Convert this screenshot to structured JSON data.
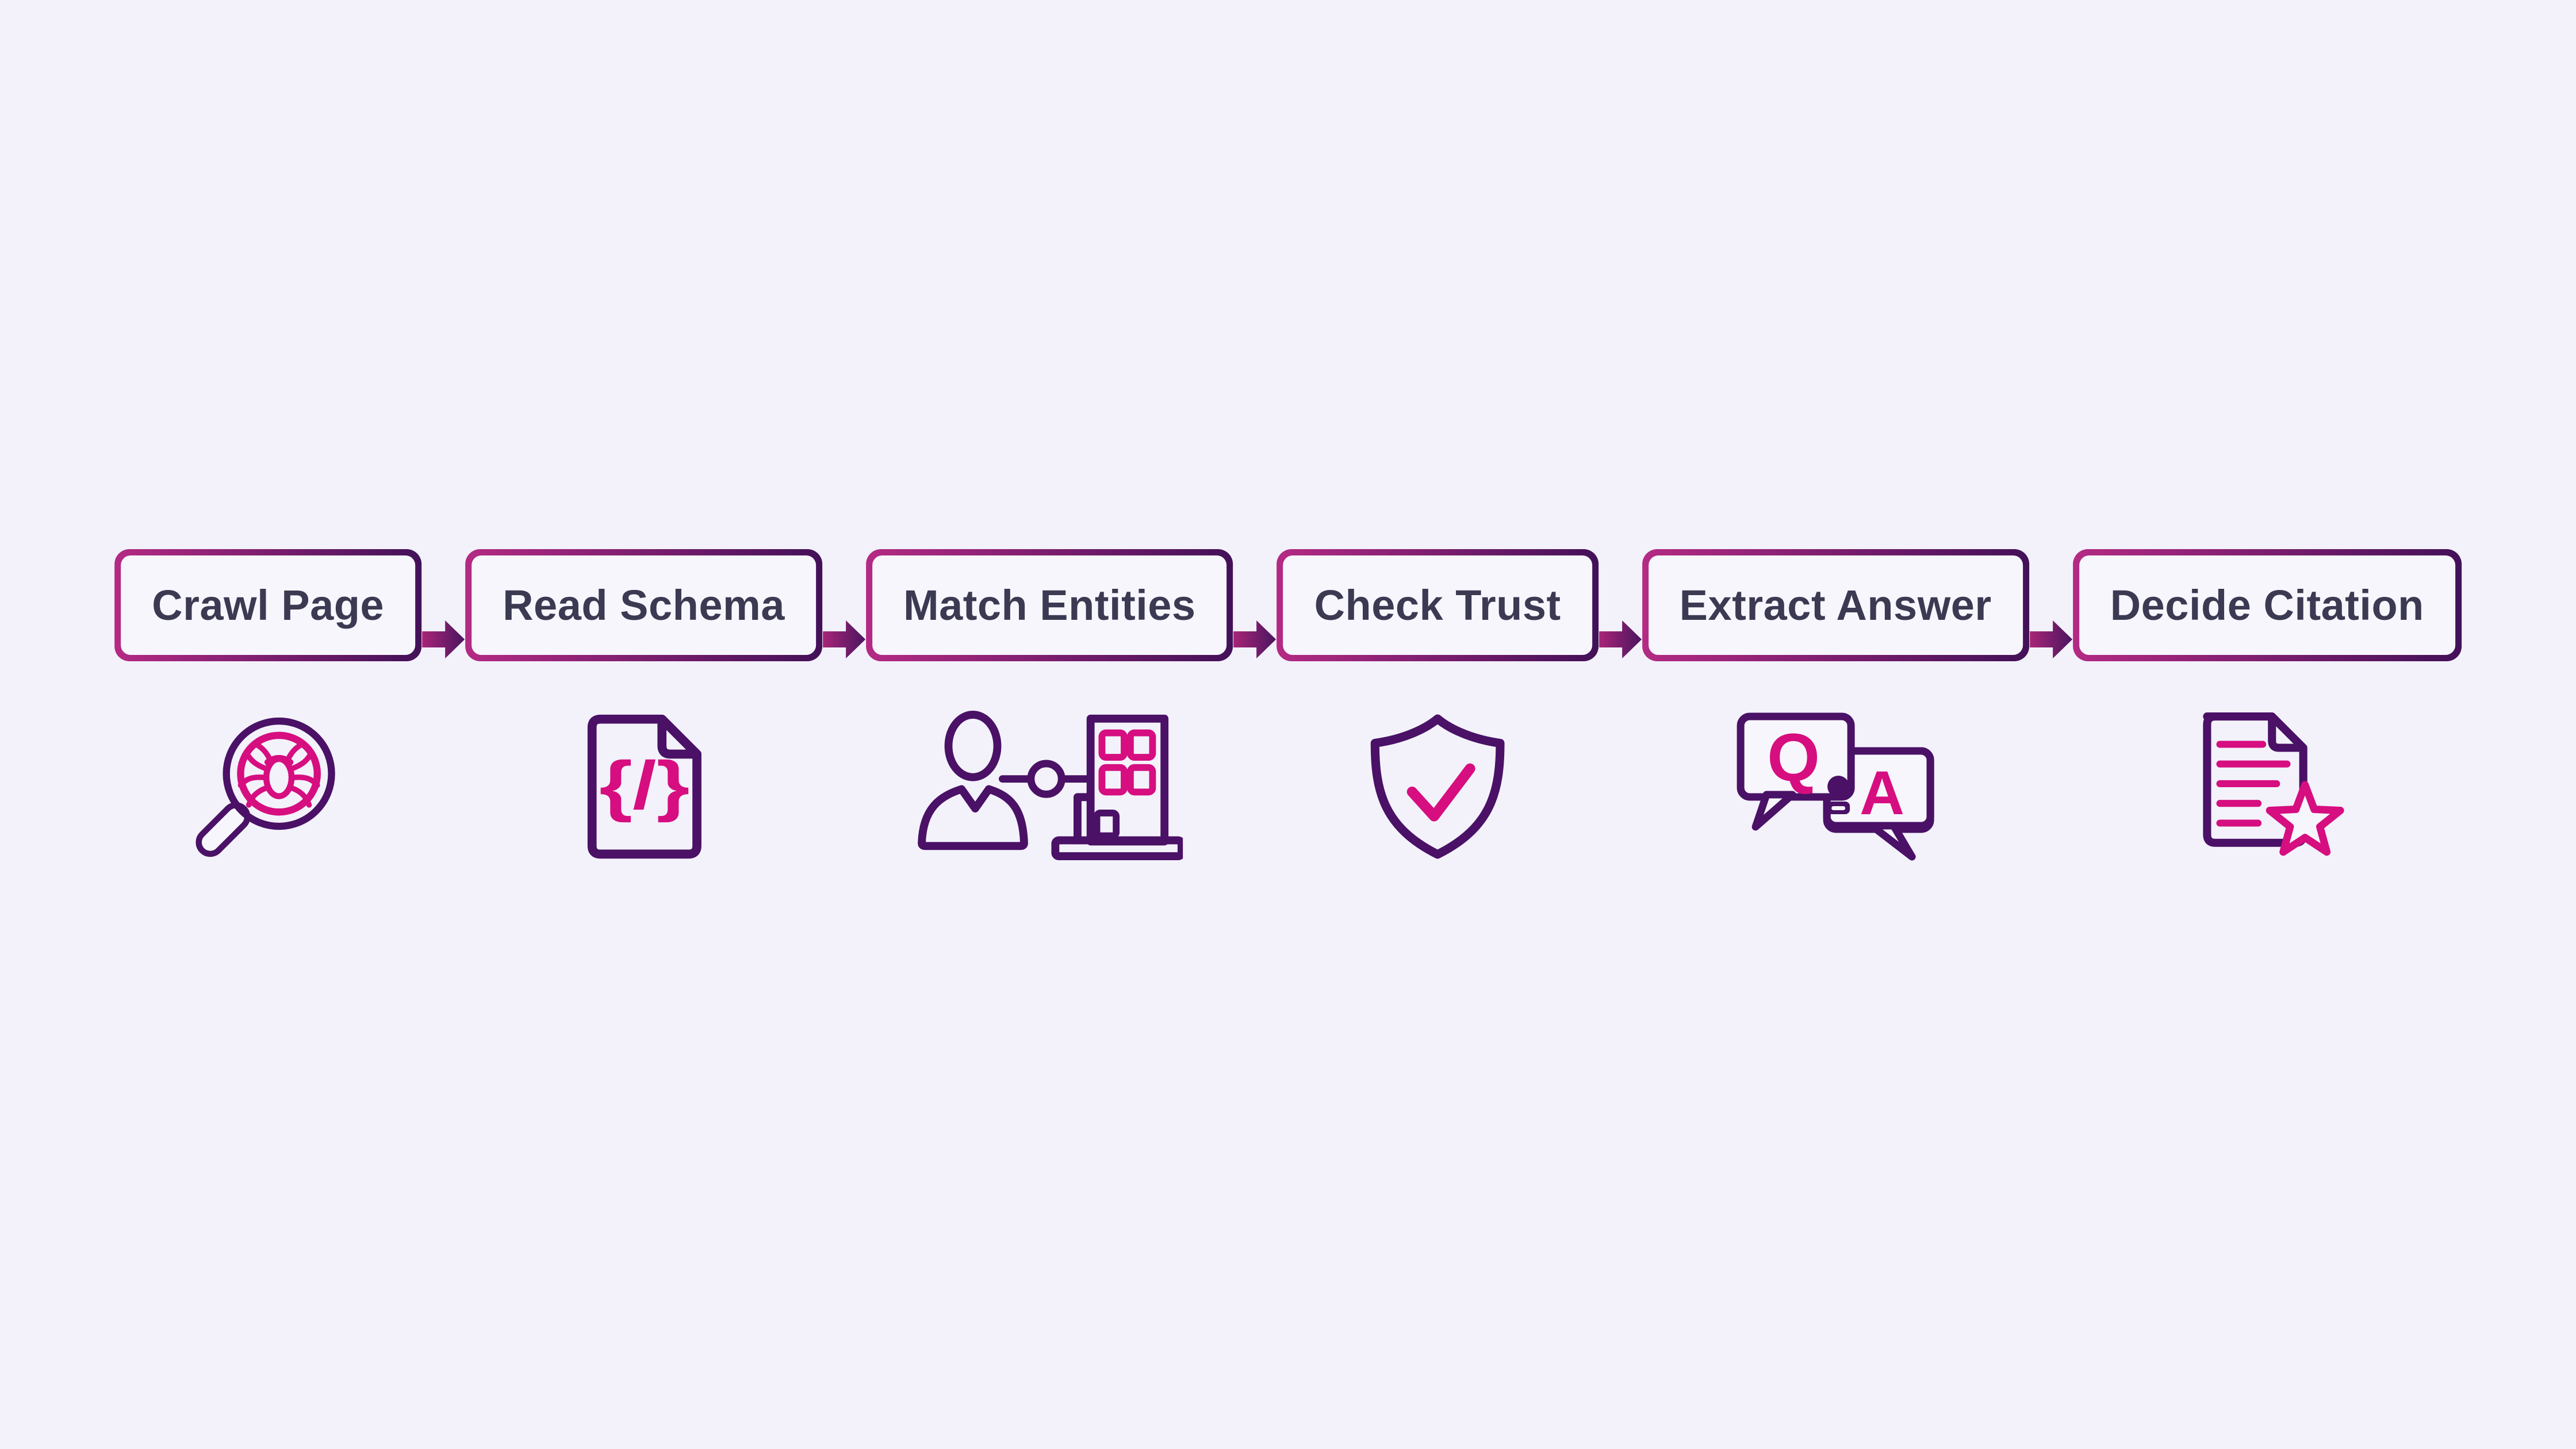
{
  "flow": {
    "steps": [
      {
        "label": "Crawl Page",
        "icon": "bug-search-icon"
      },
      {
        "label": "Read Schema",
        "icon": "code-file-icon"
      },
      {
        "label": "Match Entities",
        "icon": "person-building-icon"
      },
      {
        "label": "Check Trust",
        "icon": "shield-check-icon"
      },
      {
        "label": "Extract Answer",
        "icon": "qa-bubbles-icon"
      },
      {
        "label": "Decide Citation",
        "icon": "doc-star-icon"
      }
    ],
    "icon_glyphs": {
      "code": "{/}",
      "question": "Q",
      "answer": "A"
    }
  },
  "colors": {
    "background": "#f3f2fb",
    "box_fill": "#f7f6fd",
    "gradient_start": "#b42a84",
    "gradient_end": "#431158",
    "arrow_start": "#a82577",
    "arrow_end": "#4b1560",
    "label_text": "#3b3a52",
    "icon_purple": "#4a1166",
    "icon_pink": "#d60e80"
  }
}
